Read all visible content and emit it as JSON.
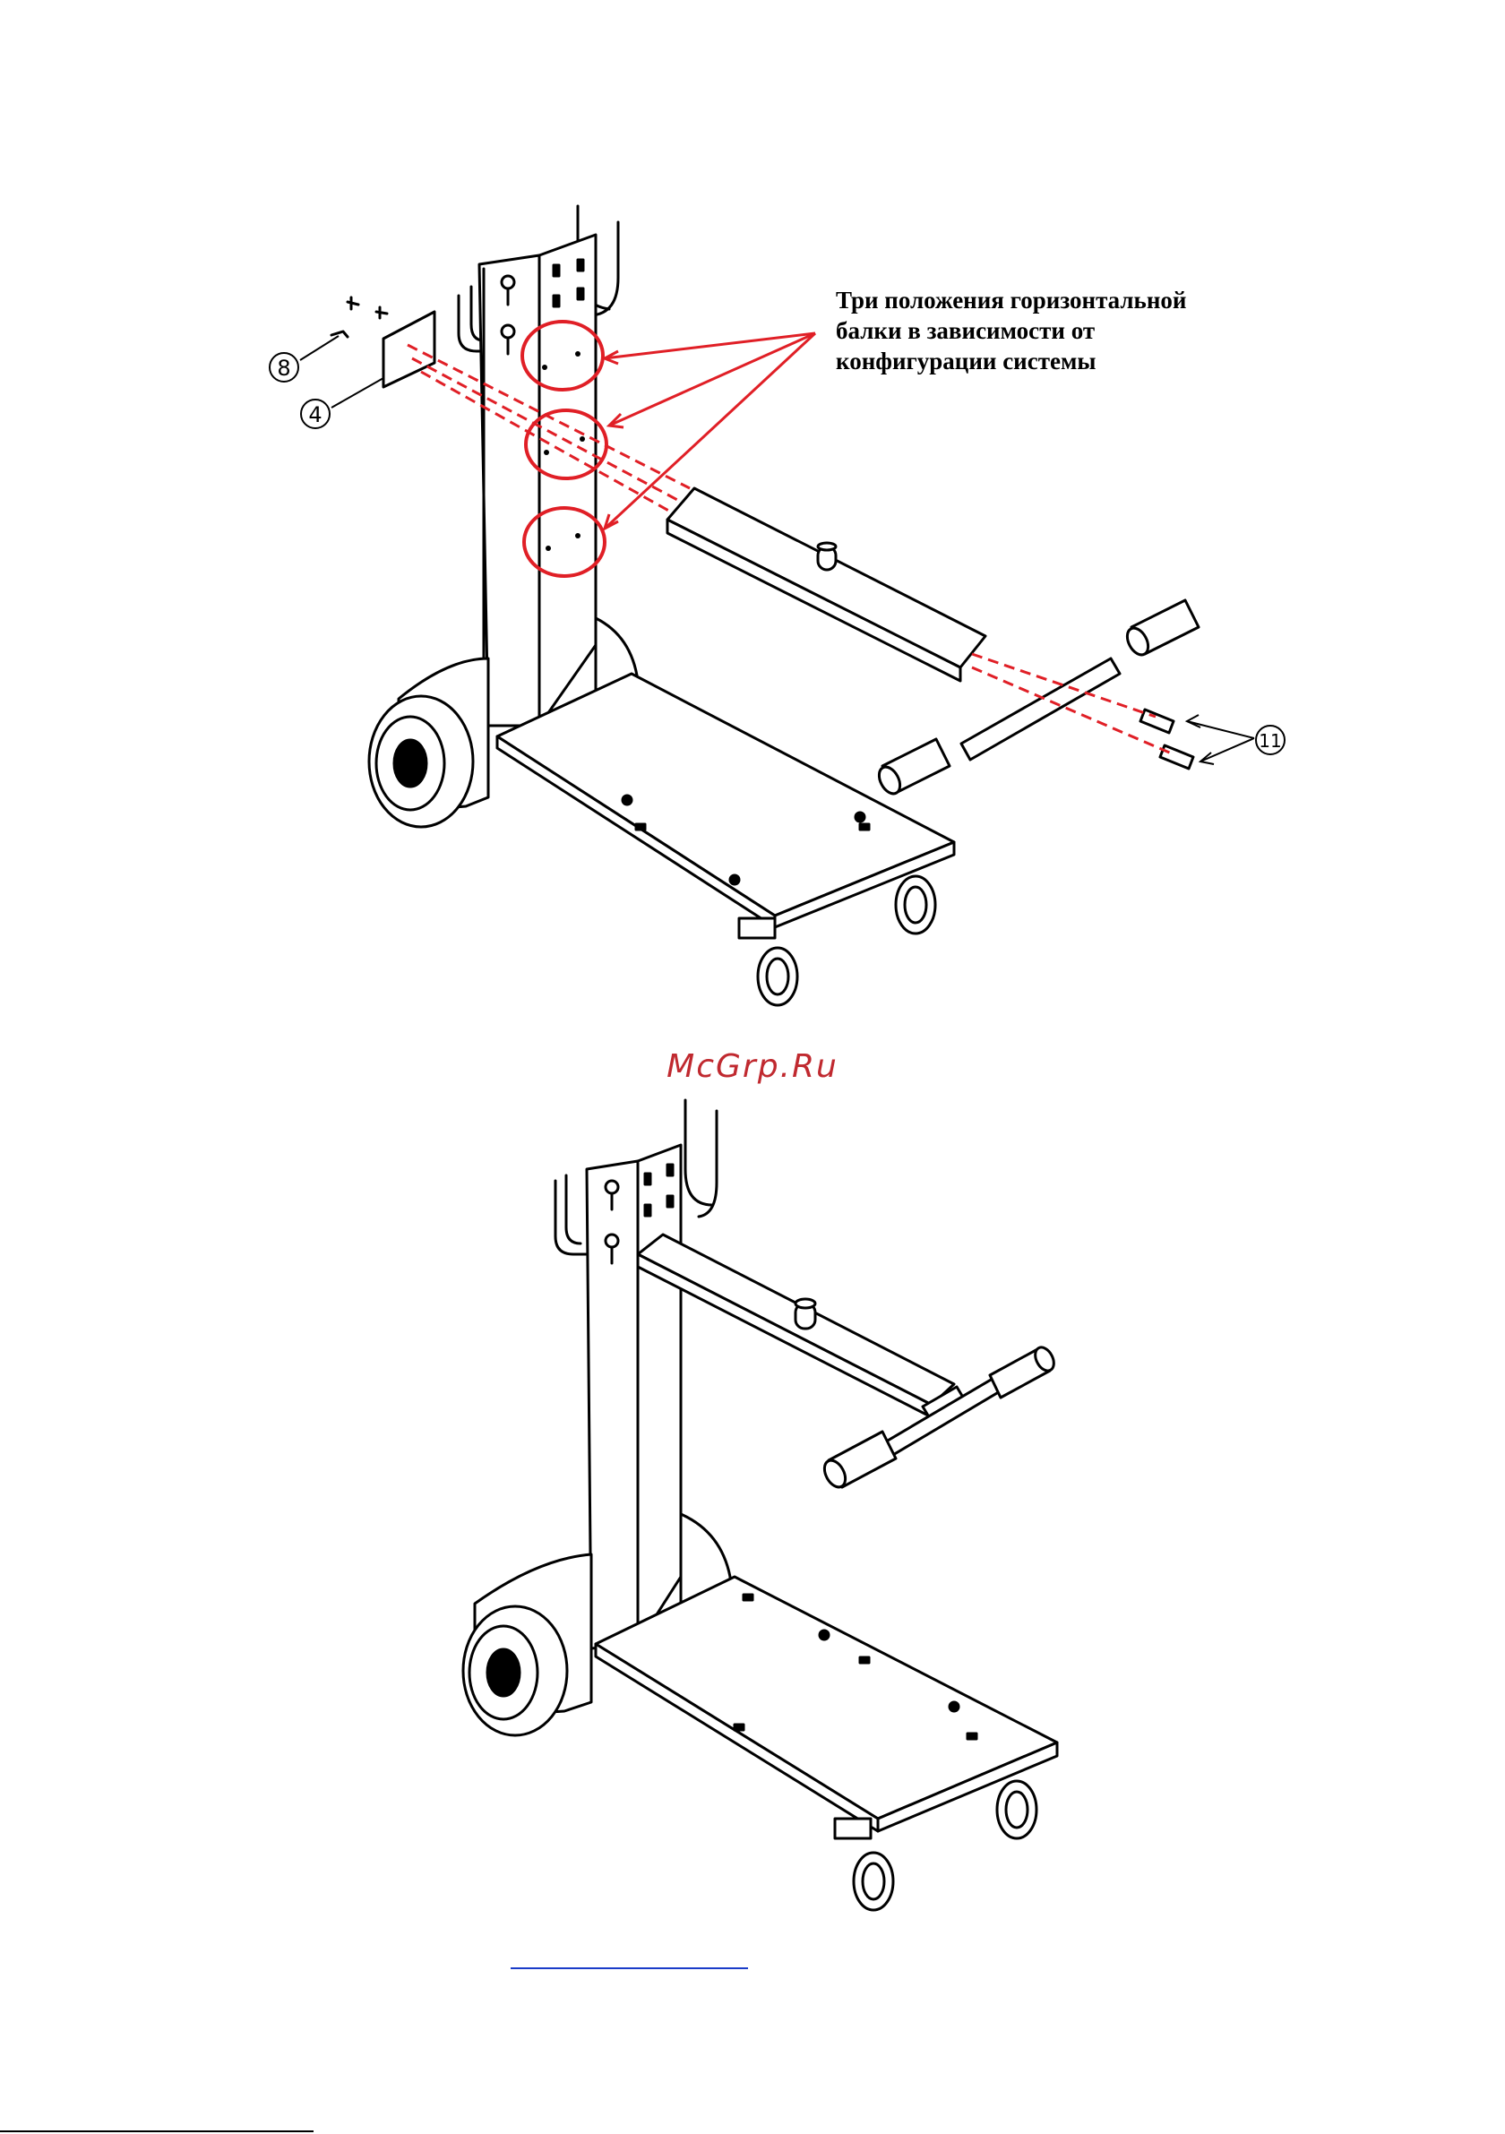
{
  "callout": {
    "line1": "Три положения горизонтальной",
    "line2": "балки в зависимости от",
    "line3": "конфигурации системы"
  },
  "part_numbers": {
    "bolt": "8",
    "plate": "4",
    "bushing": "11"
  },
  "watermark": "McGrp.Ru",
  "colors": {
    "highlight": "#e01f26",
    "line": "#000000",
    "watermark": "#c0292f",
    "link": "#1a3cc8"
  }
}
